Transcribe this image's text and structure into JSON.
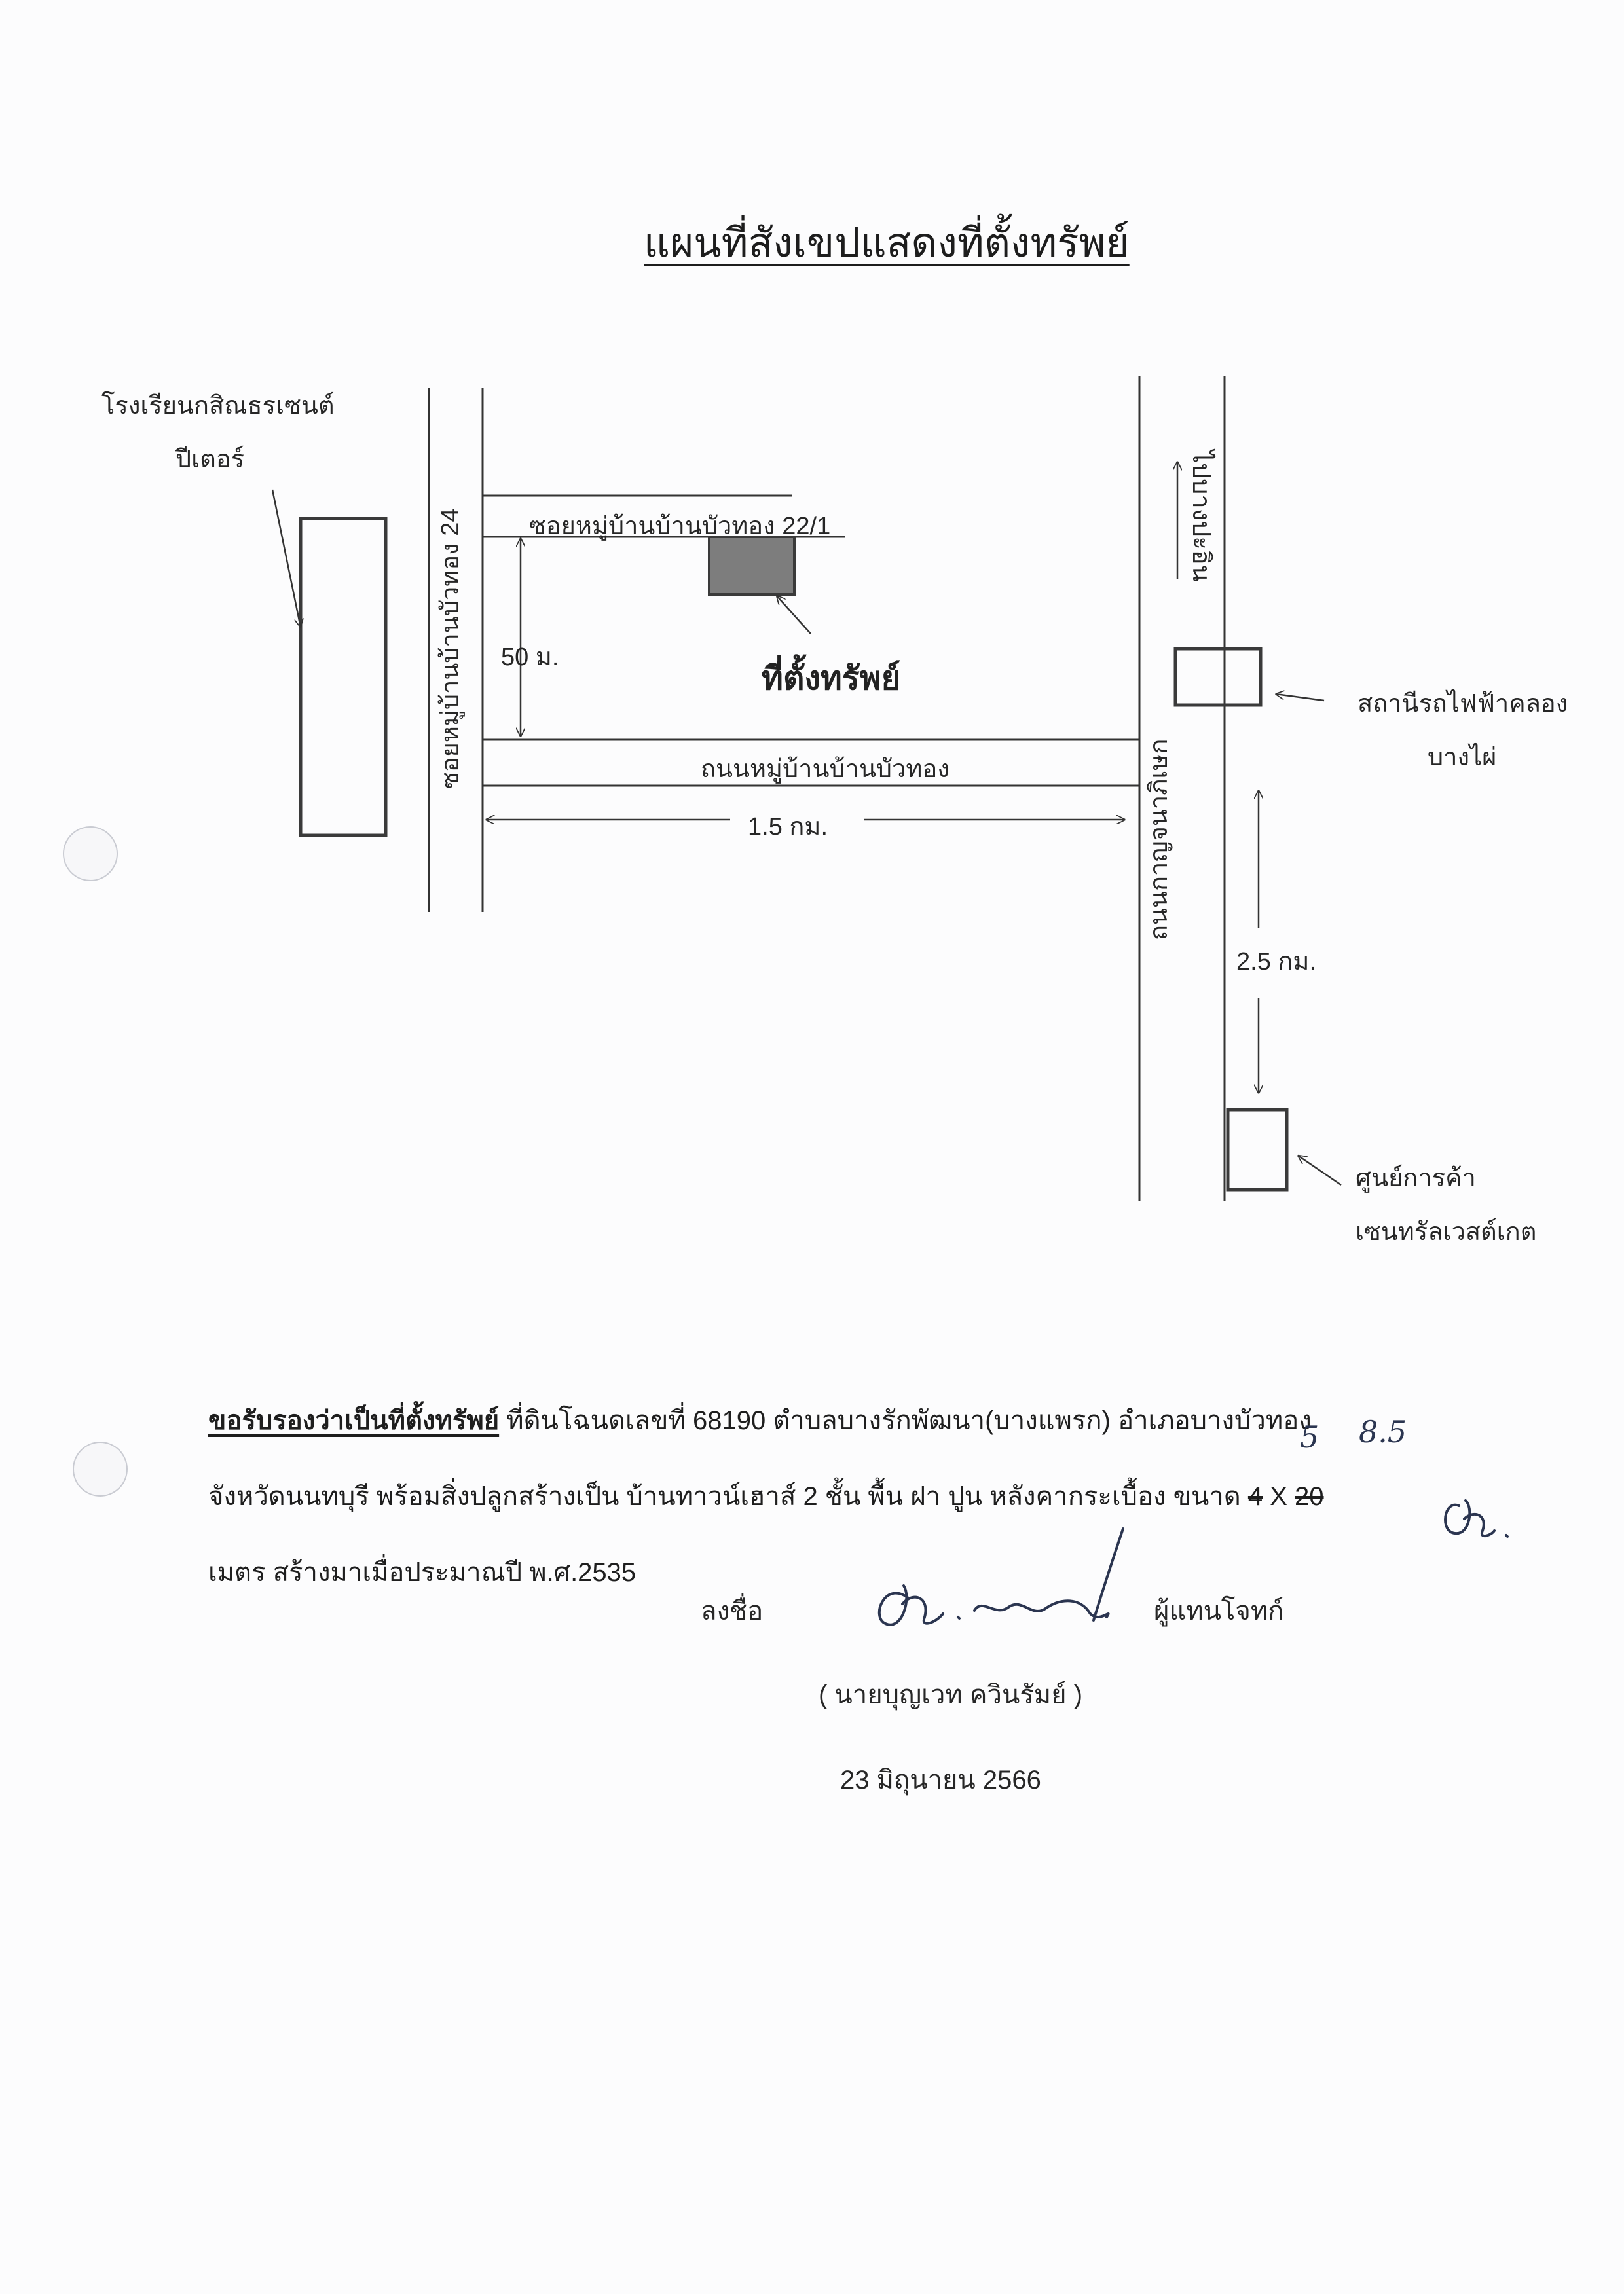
{
  "title": "แผนที่สังเขปแสดงที่ตั้งทรัพย์",
  "map": {
    "school_label_1": "โรงเรียนกสิณธรเซนต์",
    "school_label_2": "ปีเตอร์",
    "soi_24": "ซอยหมู่บ้านบ้านบัวทอง 24",
    "soi_22_1": "ซอยหมู่บ้านบ้านบัวทอง 22/1",
    "dist_50m": "50 ม.",
    "property_label": "ที่ตั้งทรัพย์",
    "main_road": "ถนนหมู่บ้านบ้านบัวทอง",
    "dist_1_5km": "1.5 กม.",
    "to_bang_pa_in": "ไปบางปะอิน",
    "kanchana_road": "ถนนกาญจนาภิเษก",
    "station_label_1": "สถานีรถไฟฟ้าคลอง",
    "station_label_2": "บางไผ่",
    "dist_2_5km": "2.5 กม.",
    "mall_label_1": "ศูนย์การค้า",
    "mall_label_2": "เซนทรัลเวสต์เกต"
  },
  "certification": {
    "lead": "ขอรับรองว่าเป็นที่ตั้งทรัพย์",
    "line1": " ที่ดินโฉนดเลขที่ 68190 ตำบลบางรักพัฒนา(บางแพรก) อำเภอบางบัวทอง",
    "line2a": "จังหวัดนนทบุรี พร้อมสิ่งปลูกสร้างเป็น บ้านทาวน์เฮาส์ 2 ชั้น พื้น ฝา ปูน หลังคากระเบื้อง ขนาด ",
    "size_old_width": "4",
    "times": " X ",
    "size_old_length": "20",
    "line3": "เมตร สร้างมาเมื่อประมาณปี พ.ศ.2535",
    "hand_new_width": "5",
    "hand_new_length": "8.5"
  },
  "signature": {
    "sign_label": "ลงชื่อ",
    "role": "ผู้แทนโจทก์",
    "name": "( นายบุญเวท ควินรัมย์ )",
    "date": "23 มิถุนายน 2566"
  },
  "colors": {
    "property_fill": "#7d7d7d",
    "ink": "#2b3550"
  }
}
